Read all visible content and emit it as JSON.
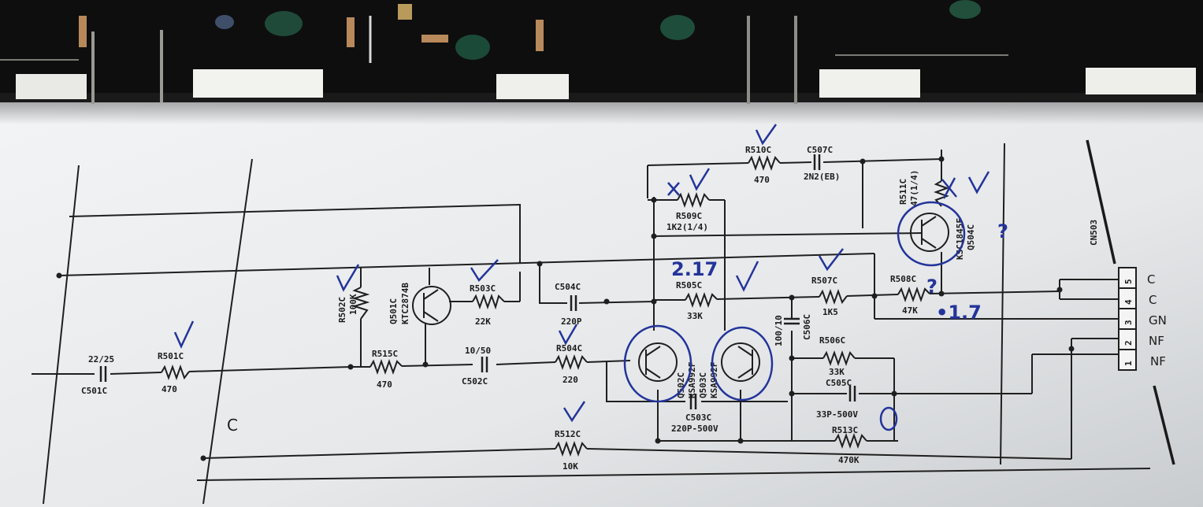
{
  "photo": {
    "description_colors": {
      "paper": "#eef0f1",
      "pcb": "#111111",
      "ink": "#23349a",
      "trace": "#1f1f1f"
    }
  },
  "components": {
    "c501": {
      "ref": "C501C",
      "value": "22/25"
    },
    "r501": {
      "ref": "R501C",
      "value": "470"
    },
    "r502": {
      "ref": "R502C",
      "value": "100K"
    },
    "q501": {
      "ref": "Q501C",
      "value": "KTC2874B"
    },
    "r503": {
      "ref": "R503C",
      "value": "22K"
    },
    "r515": {
      "ref": "R515C",
      "value": "470"
    },
    "c502": {
      "ref": "C502C",
      "value": "10/50"
    },
    "c504": {
      "ref": "C504C",
      "value": "220P"
    },
    "r504": {
      "ref": "R504C",
      "value": "220"
    },
    "r510": {
      "ref": "R510C",
      "value": "470"
    },
    "c507": {
      "ref": "C507C",
      "value": "2N2(EB)"
    },
    "r509": {
      "ref": "R509C",
      "value": "1K2(1/4)"
    },
    "r505": {
      "ref": "R505C",
      "value": "33K"
    },
    "r507": {
      "ref": "R507C",
      "value": "1K5"
    },
    "r508": {
      "ref": "R508C",
      "value": "47K"
    },
    "r511": {
      "ref": "R511C",
      "value": "47(1/4)"
    },
    "q504": {
      "ref": "Q504C",
      "value": "KSC1845F"
    },
    "q502": {
      "ref": "Q502C",
      "value": "KSA992F"
    },
    "q503": {
      "ref": "Q503C",
      "value": "KSA992F"
    },
    "c506": {
      "ref": "C506C",
      "value": "100/10"
    },
    "r506": {
      "ref": "R506C",
      "value": "33K"
    },
    "c505": {
      "ref": "C505C",
      "value": "33P-500V"
    },
    "c503": {
      "ref": "C503C",
      "value": "220P-500V"
    },
    "r512": {
      "ref": "R512C",
      "value": "10K"
    },
    "r513": {
      "ref": "R513C",
      "value": "470K"
    },
    "connector": {
      "ref": "CN503",
      "pins": [
        "5",
        "4",
        "3",
        "2",
        "1"
      ],
      "labels": [
        "C",
        "C",
        "GN",
        "NF",
        "NF"
      ]
    }
  },
  "misc": {
    "section_letter": "C"
  },
  "handwriting": {
    "note_217_top": "2.17",
    "note_217_right": "•1.7",
    "question1": "?",
    "question2": "?",
    "x_mark": "X"
  }
}
